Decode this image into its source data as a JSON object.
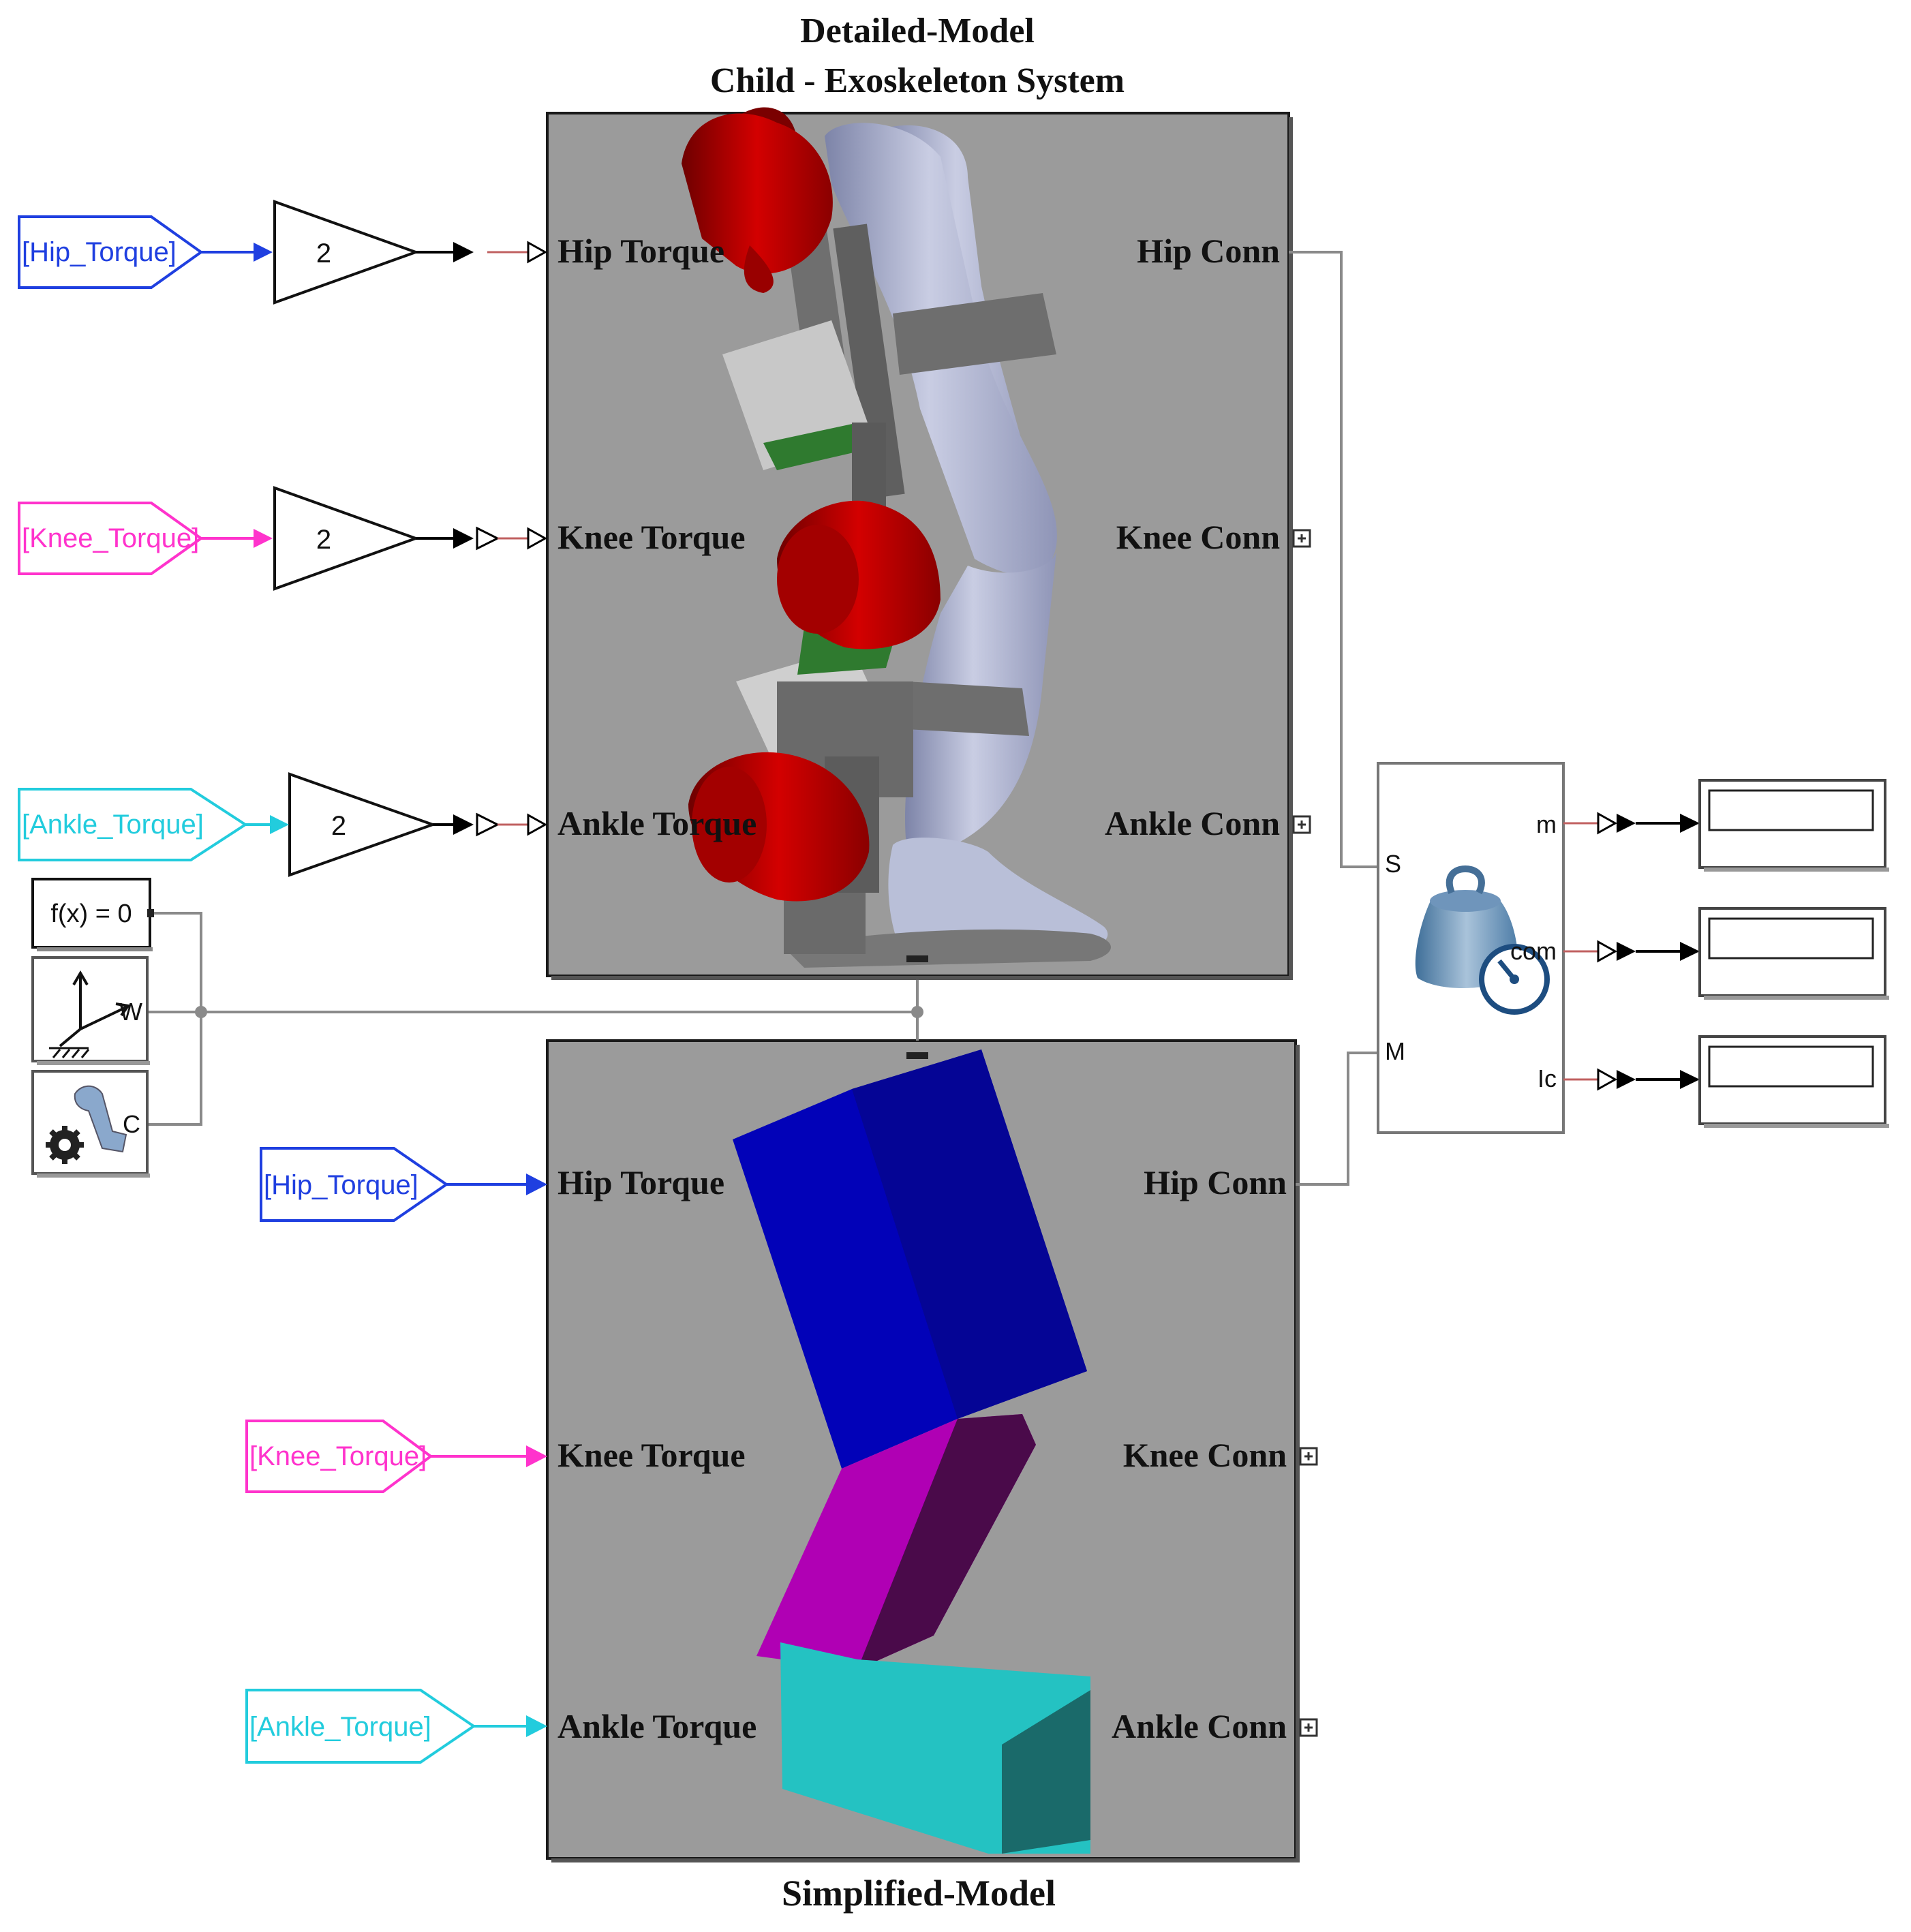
{
  "titles": {
    "detailed_line1": "Detailed-Model",
    "detailed_line2": "Child - Exoskeleton System",
    "simplified": "Simplified-Model"
  },
  "goto_tags": {
    "hip": "[Hip_Torque]",
    "knee": "[Knee_Torque]",
    "ankle": "[Ankle_Torque]"
  },
  "gains": {
    "hip": "2",
    "knee": "2",
    "ankle": "2"
  },
  "ports": {
    "hip_torque": "Hip Torque",
    "knee_torque": "Knee Torque",
    "ankle_torque": "Ankle Torque",
    "hip_conn": "Hip Conn",
    "knee_conn": "Knee Conn",
    "ankle_conn": "Ankle Conn"
  },
  "solver": {
    "label": "f(x) = 0"
  },
  "world_frame": {
    "port": "W"
  },
  "mech_config": {
    "port": "C"
  },
  "inertia_sensor": {
    "port_s": "S",
    "port_m": "M",
    "out_m": "m",
    "out_com": "com",
    "out_ic": "Ic"
  },
  "colors": {
    "hip_tag": "#1f3fe0",
    "knee_tag": "#ff33cc",
    "ankle_tag": "#22ccdd",
    "subsystem_bg": "#9a9a9a",
    "actuator_red": "#c00000",
    "leg_gray_blue": "#b9bfd8",
    "box_blue": "#0a0ab4",
    "box_magenta": "#b400b4",
    "box_cyan": "#23c0c0"
  }
}
